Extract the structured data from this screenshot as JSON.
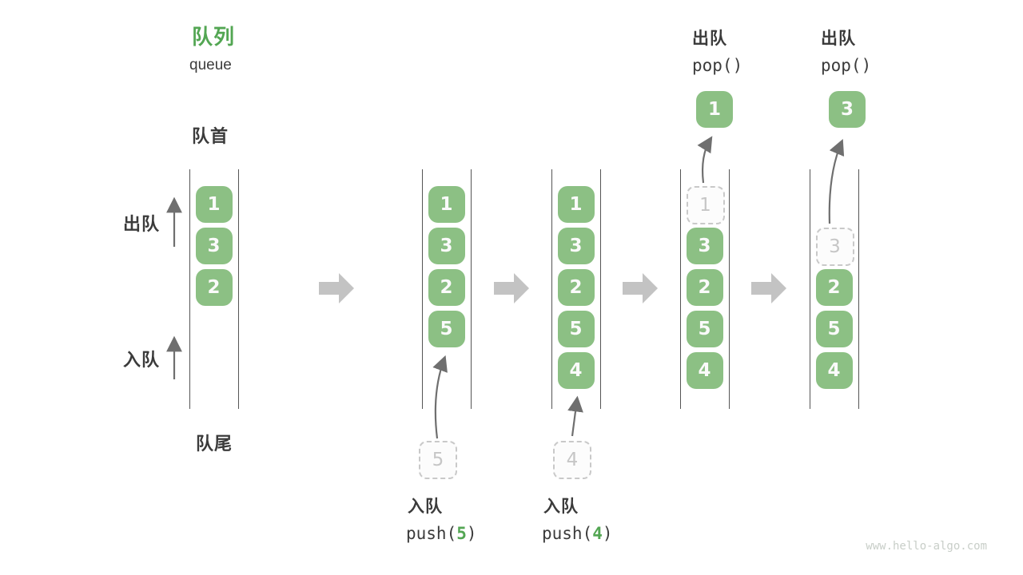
{
  "title": {
    "zh": "队列",
    "en": "queue"
  },
  "side_labels": {
    "front": "队首",
    "rear": "队尾",
    "dequeue": "出队",
    "enqueue": "入队"
  },
  "colors": {
    "box_green": "#8cc084",
    "accent_green": "#53a653",
    "text_dark": "#3b3b3b",
    "block_arrow_gray": "#c3c3c3",
    "thin_arrow_gray": "#6f6f6f",
    "dashed_border_gray": "#c9c9c9",
    "watermark_gray": "#c8cec8"
  },
  "operations": {
    "push5": {
      "label": "入队",
      "fn_open": "push(",
      "arg": "5",
      "fn_close": ")"
    },
    "push4": {
      "label": "入队",
      "fn_open": "push(",
      "arg": "4",
      "fn_close": ")"
    },
    "pop1": {
      "label": "出队",
      "fn": "pop()"
    },
    "pop2": {
      "label": "出队",
      "fn": "pop()"
    }
  },
  "columns": [
    {
      "name": "state-1",
      "slots": [
        {
          "value": "1",
          "row": 0,
          "type": "solid"
        },
        {
          "value": "3",
          "row": 1,
          "type": "solid"
        },
        {
          "value": "2",
          "row": 2,
          "type": "solid"
        }
      ]
    },
    {
      "name": "state-2-after-push-5",
      "slots": [
        {
          "value": "1",
          "row": 0,
          "type": "solid"
        },
        {
          "value": "3",
          "row": 1,
          "type": "solid"
        },
        {
          "value": "2",
          "row": 2,
          "type": "solid"
        },
        {
          "value": "5",
          "row": 3,
          "type": "solid"
        }
      ],
      "staging": {
        "value": "5"
      }
    },
    {
      "name": "state-3-after-push-4",
      "slots": [
        {
          "value": "1",
          "row": 0,
          "type": "solid"
        },
        {
          "value": "3",
          "row": 1,
          "type": "solid"
        },
        {
          "value": "2",
          "row": 2,
          "type": "solid"
        },
        {
          "value": "5",
          "row": 3,
          "type": "solid"
        },
        {
          "value": "4",
          "row": 4,
          "type": "solid"
        }
      ],
      "staging": {
        "value": "4"
      }
    },
    {
      "name": "state-4-after-pop-1",
      "slots": [
        {
          "value": "1",
          "row": 0,
          "type": "dashed"
        },
        {
          "value": "3",
          "row": 1,
          "type": "solid"
        },
        {
          "value": "2",
          "row": 2,
          "type": "solid"
        },
        {
          "value": "5",
          "row": 3,
          "type": "solid"
        },
        {
          "value": "4",
          "row": 4,
          "type": "solid"
        }
      ],
      "popped": {
        "value": "1"
      }
    },
    {
      "name": "state-5-after-pop-3",
      "slots": [
        {
          "value": "3",
          "row": 1,
          "type": "dashed"
        },
        {
          "value": "2",
          "row": 2,
          "type": "solid"
        },
        {
          "value": "5",
          "row": 3,
          "type": "solid"
        },
        {
          "value": "4",
          "row": 4,
          "type": "solid"
        }
      ],
      "popped": {
        "value": "3"
      }
    }
  ],
  "watermark": "www.hello-algo.com"
}
